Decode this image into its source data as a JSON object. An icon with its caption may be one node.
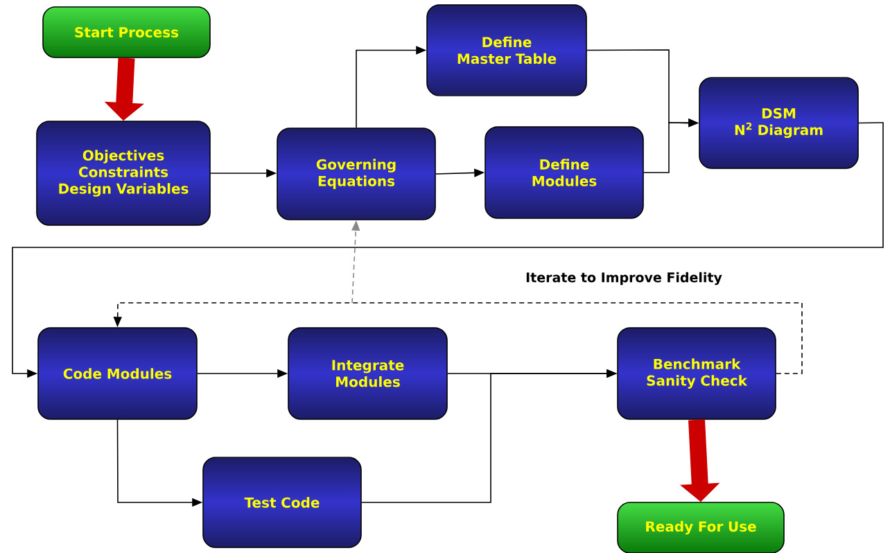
{
  "diagram": {
    "nodes": [
      {
        "text": [
          "Start Process"
        ]
      },
      {
        "text": [
          "Objectives Constraints Design Variables"
        ]
      },
      {
        "text": [
          "Governing Equations"
        ]
      },
      {
        "text": [
          "Define Master Table"
        ]
      },
      {
        "text": [
          "Define Modules"
        ]
      },
      {
        "text": [
          "DSM N$^{2}$ Diagram"
        ]
      },
      {
        "text": [
          "Code Modules"
        ]
      },
      {
        "text": [
          "Integrate Modules"
        ]
      },
      {
        "text": [
          "Benchmark Sanity Check"
        ]
      },
      {
        "text": [
          "Test Code"
        ]
      },
      {
        "text": [
          "Ready For Use"
        ]
      }
    ],
    "edges": [
      {
        "from": 0,
        "to": 1,
        "arrow": "to",
        "style": "thick",
        "color": "#cc0000"
      },
      {
        "from": 1,
        "to": 2,
        "arrow": "to"
      },
      {
        "from": 2,
        "to": 3,
        "arrow": "to"
      },
      {
        "from": 2,
        "to": 4,
        "arrow": "to"
      },
      {
        "from": 3,
        "to": 5,
        "arrow": "to"
      },
      {
        "from": 4,
        "to": 5,
        "arrow": "to"
      },
      {
        "from": 5,
        "to": 6,
        "arrow": "to"
      },
      {
        "from": 6,
        "to": 7,
        "arrow": "to"
      },
      {
        "from": 7,
        "to": 8,
        "arrow": "to"
      },
      {
        "from": 6,
        "to": 9,
        "arrow": "to"
      },
      {
        "from": 9,
        "to": 8,
        "arrow": "to"
      },
      {
        "from": 8,
        "to": 6,
        "arrow": "to",
        "style": "dashed"
      },
      {
        "from": null,
        "to": 2,
        "arrow": "to",
        "style": "dashed",
        "color": "#888888"
      },
      {
        "from": 8,
        "to": 10,
        "arrow": "to",
        "style": "thick",
        "color": "#cc0000"
      }
    ],
    "labels": [
      "Iterate to Improve Fidelity"
    ]
  }
}
